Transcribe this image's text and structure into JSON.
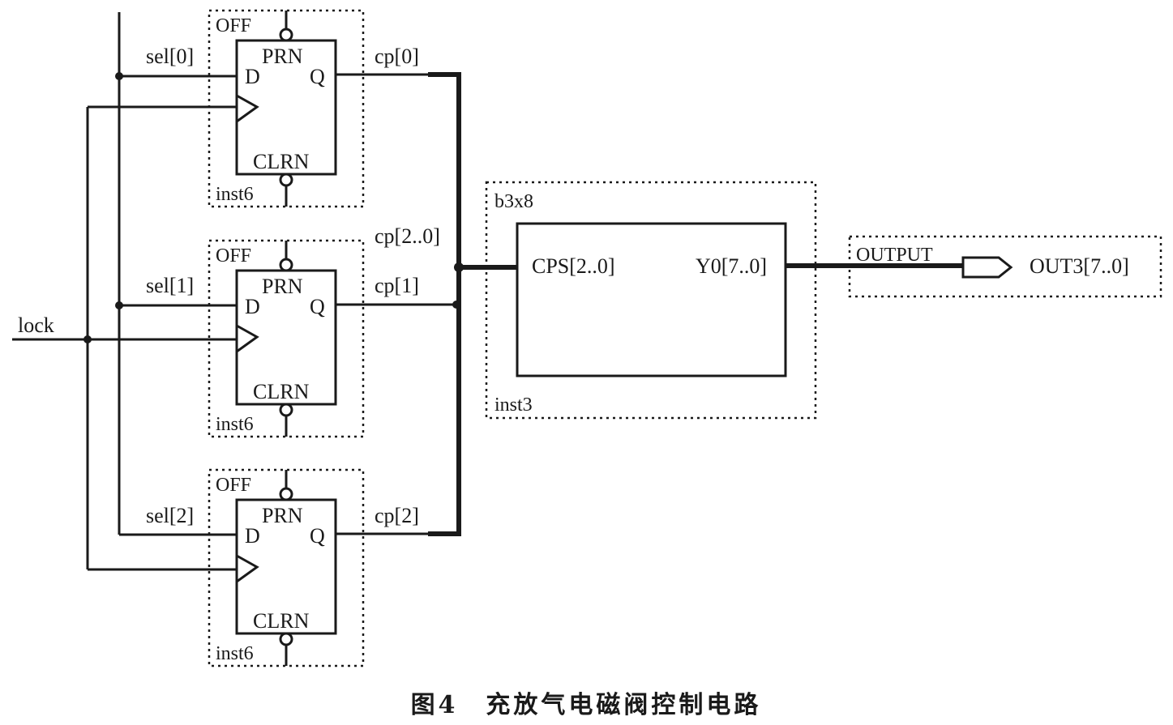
{
  "flipflops": [
    {
      "type": "OFF",
      "preset": "PRN",
      "data": "D",
      "output": "Q",
      "clear": "CLRN",
      "instance": "inst6",
      "sel": "sel[0]",
      "cp": "cp[0]"
    },
    {
      "type": "OFF",
      "preset": "PRN",
      "data": "D",
      "output": "Q",
      "clear": "CLRN",
      "instance": "inst6",
      "sel": "sel[1]",
      "cp": "cp[1]"
    },
    {
      "type": "OFF",
      "preset": "PRN",
      "data": "D",
      "output": "Q",
      "clear": "CLRN",
      "instance": "inst6",
      "sel": "sel[2]",
      "cp": "cp[2]"
    }
  ],
  "clock_input": "lock",
  "bus_label": "cp[2..0]",
  "decoder": {
    "type": "b3x8",
    "instance": "inst3",
    "input": "CPS[2..0]",
    "output": "Y0[7..0]"
  },
  "output_pin": {
    "type": "OUTPUT",
    "name": "OUT3[7..0]"
  },
  "caption": "图4　充放气电磁阀控制电路"
}
